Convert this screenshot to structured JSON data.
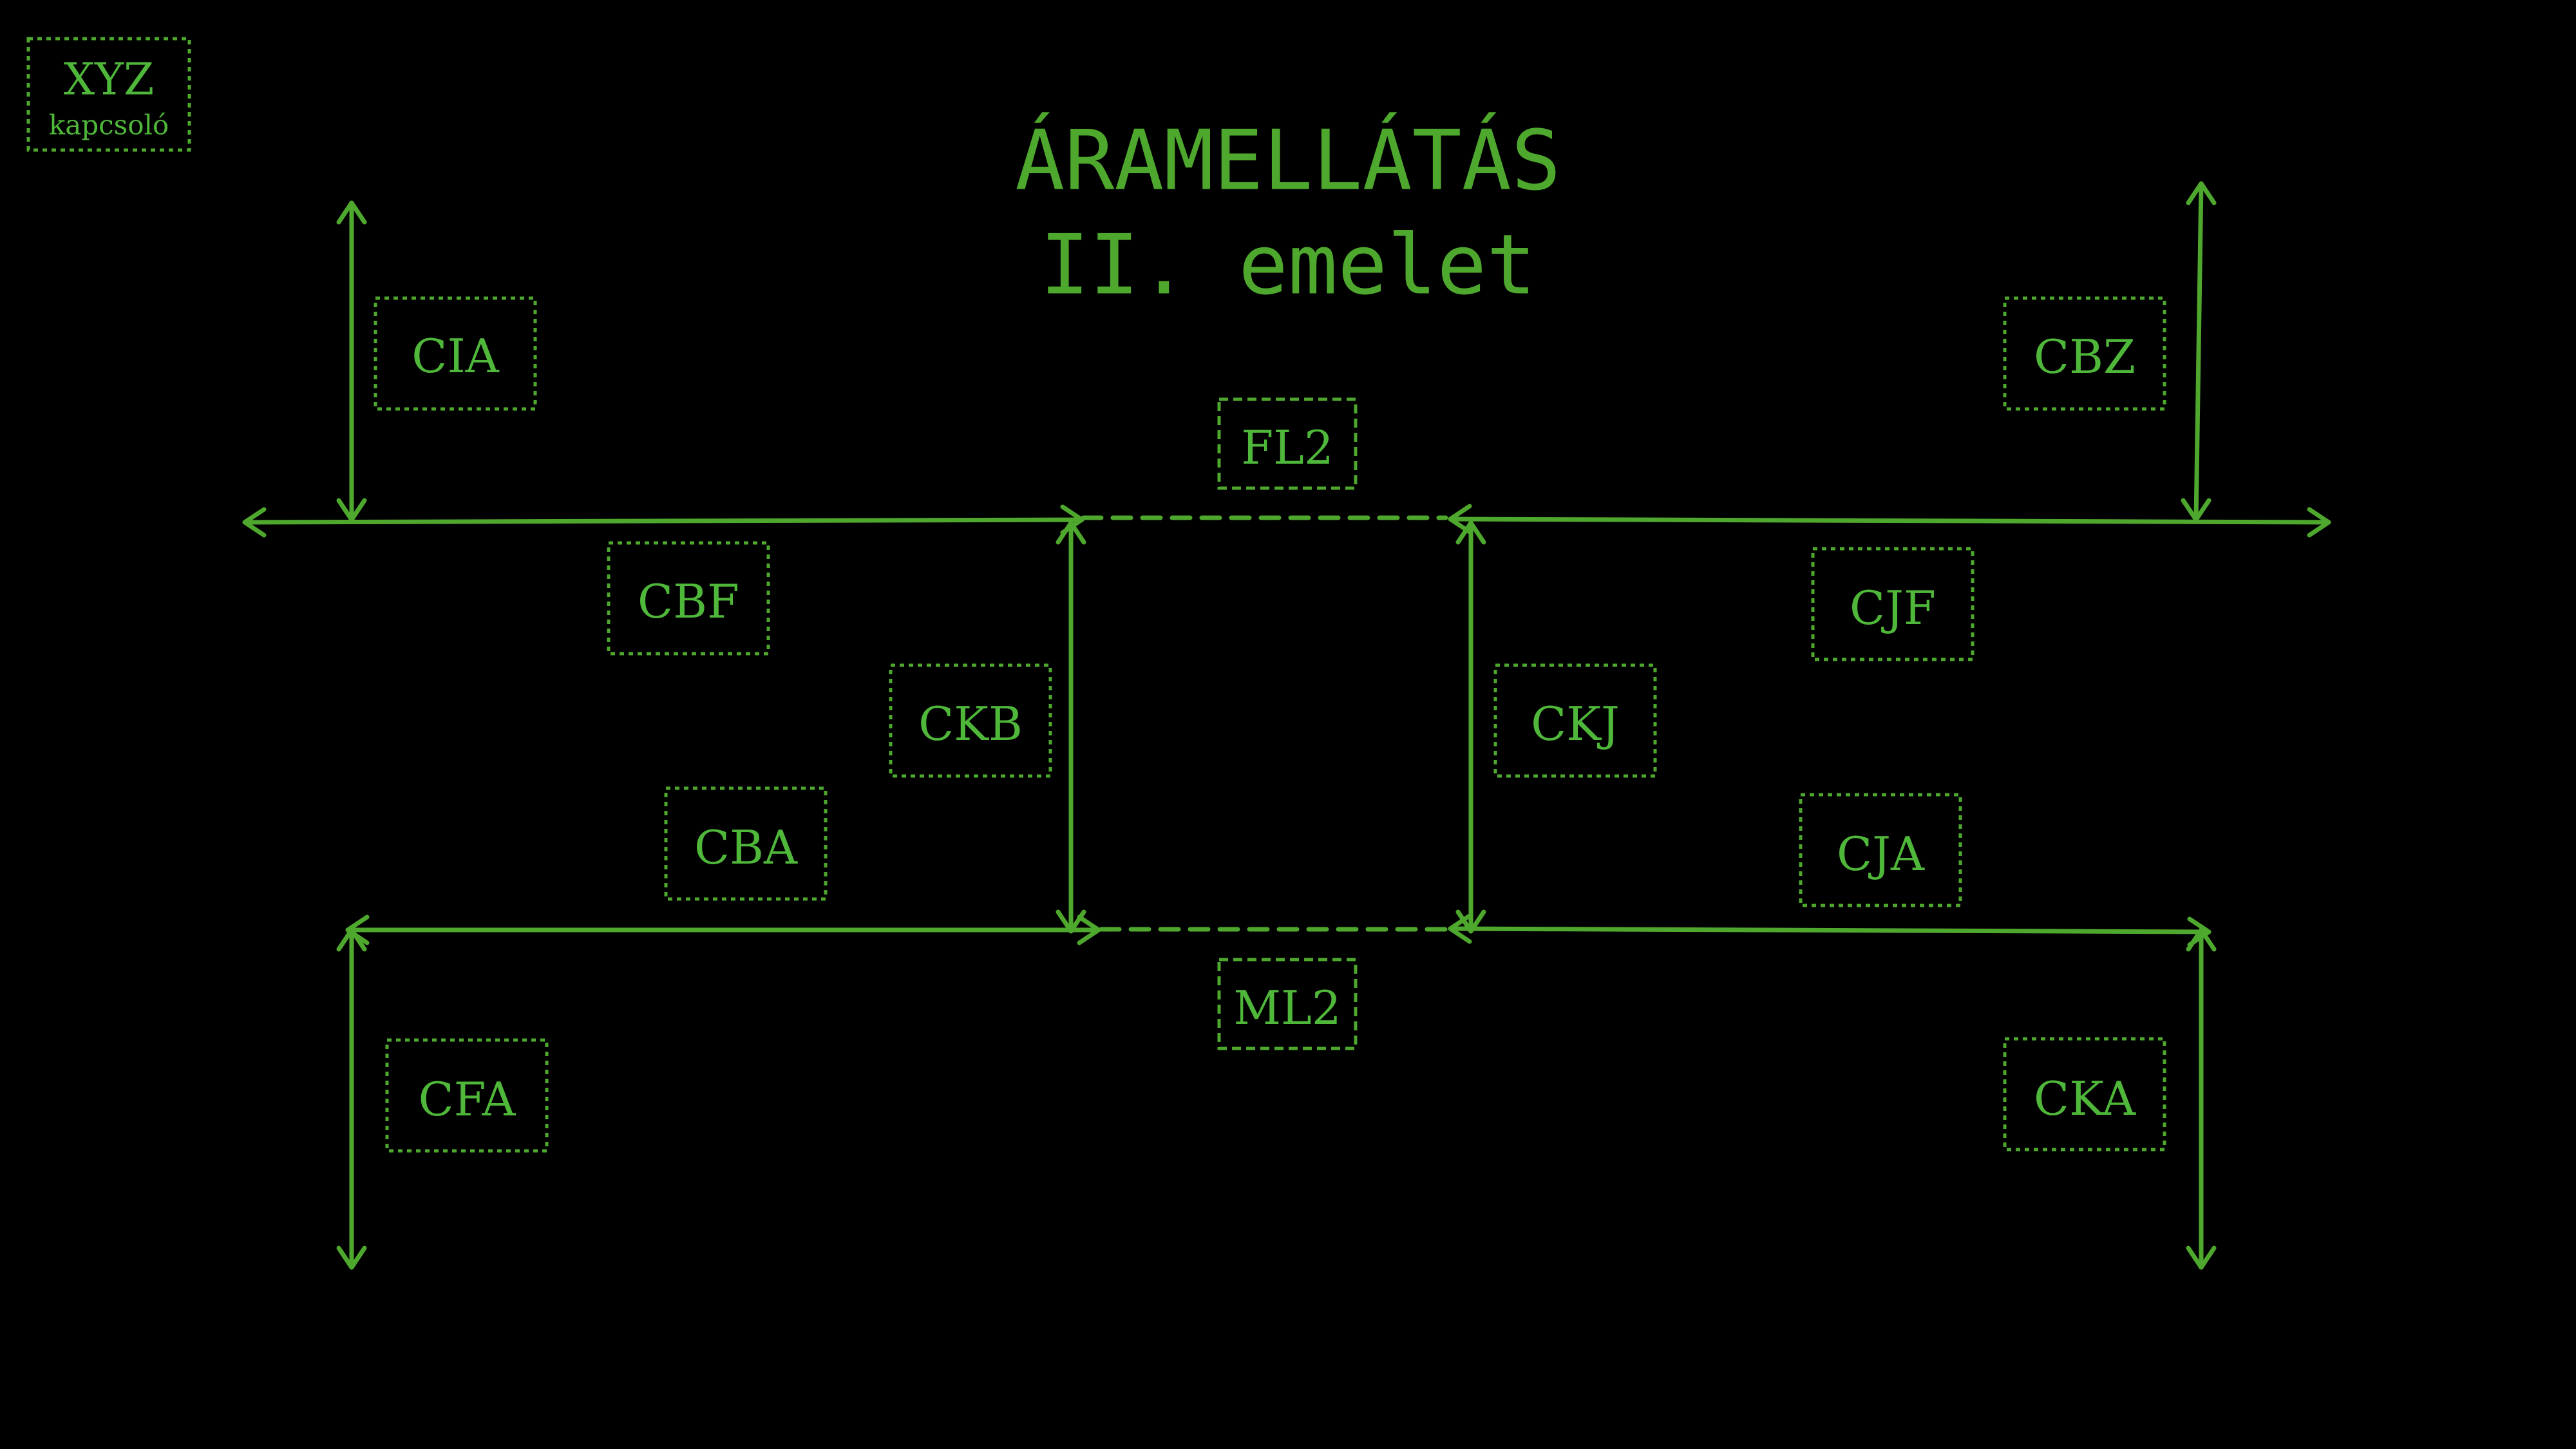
{
  "colors": {
    "background": "#000000",
    "line": "#4fa82e",
    "text": "#4fb83a"
  },
  "logo": {
    "main": "XYZ",
    "sub": "kapcsoló"
  },
  "title": {
    "line1": "ÁRAMELLÁTÁS",
    "line2": "II. emelet"
  },
  "boxes": {
    "cia": "CIA",
    "cbz": "CBZ",
    "fl2": "FL2",
    "cbf": "CBF",
    "cjf": "CJF",
    "ckb": "CKB",
    "ckj": "CKJ",
    "cba": "CBA",
    "cja": "CJA",
    "ml2": "ML2",
    "cfa": "CFA",
    "cka": "CKA"
  }
}
